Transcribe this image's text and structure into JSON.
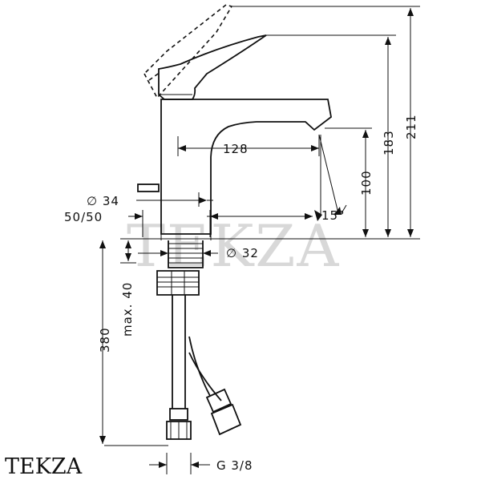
{
  "watermark": "TEKZA",
  "brand": "TEKZA",
  "dimensions": {
    "reach": "128",
    "diameter_label": "∅ 34",
    "ratio": "50/50",
    "diameter_thread": "∅ 32",
    "max_thickness": "max. 40",
    "hose_length": "380",
    "spout_height": "100",
    "total_lever_height": "183",
    "overall_height": "211",
    "angle": "15°",
    "connection": "G 3/8"
  }
}
